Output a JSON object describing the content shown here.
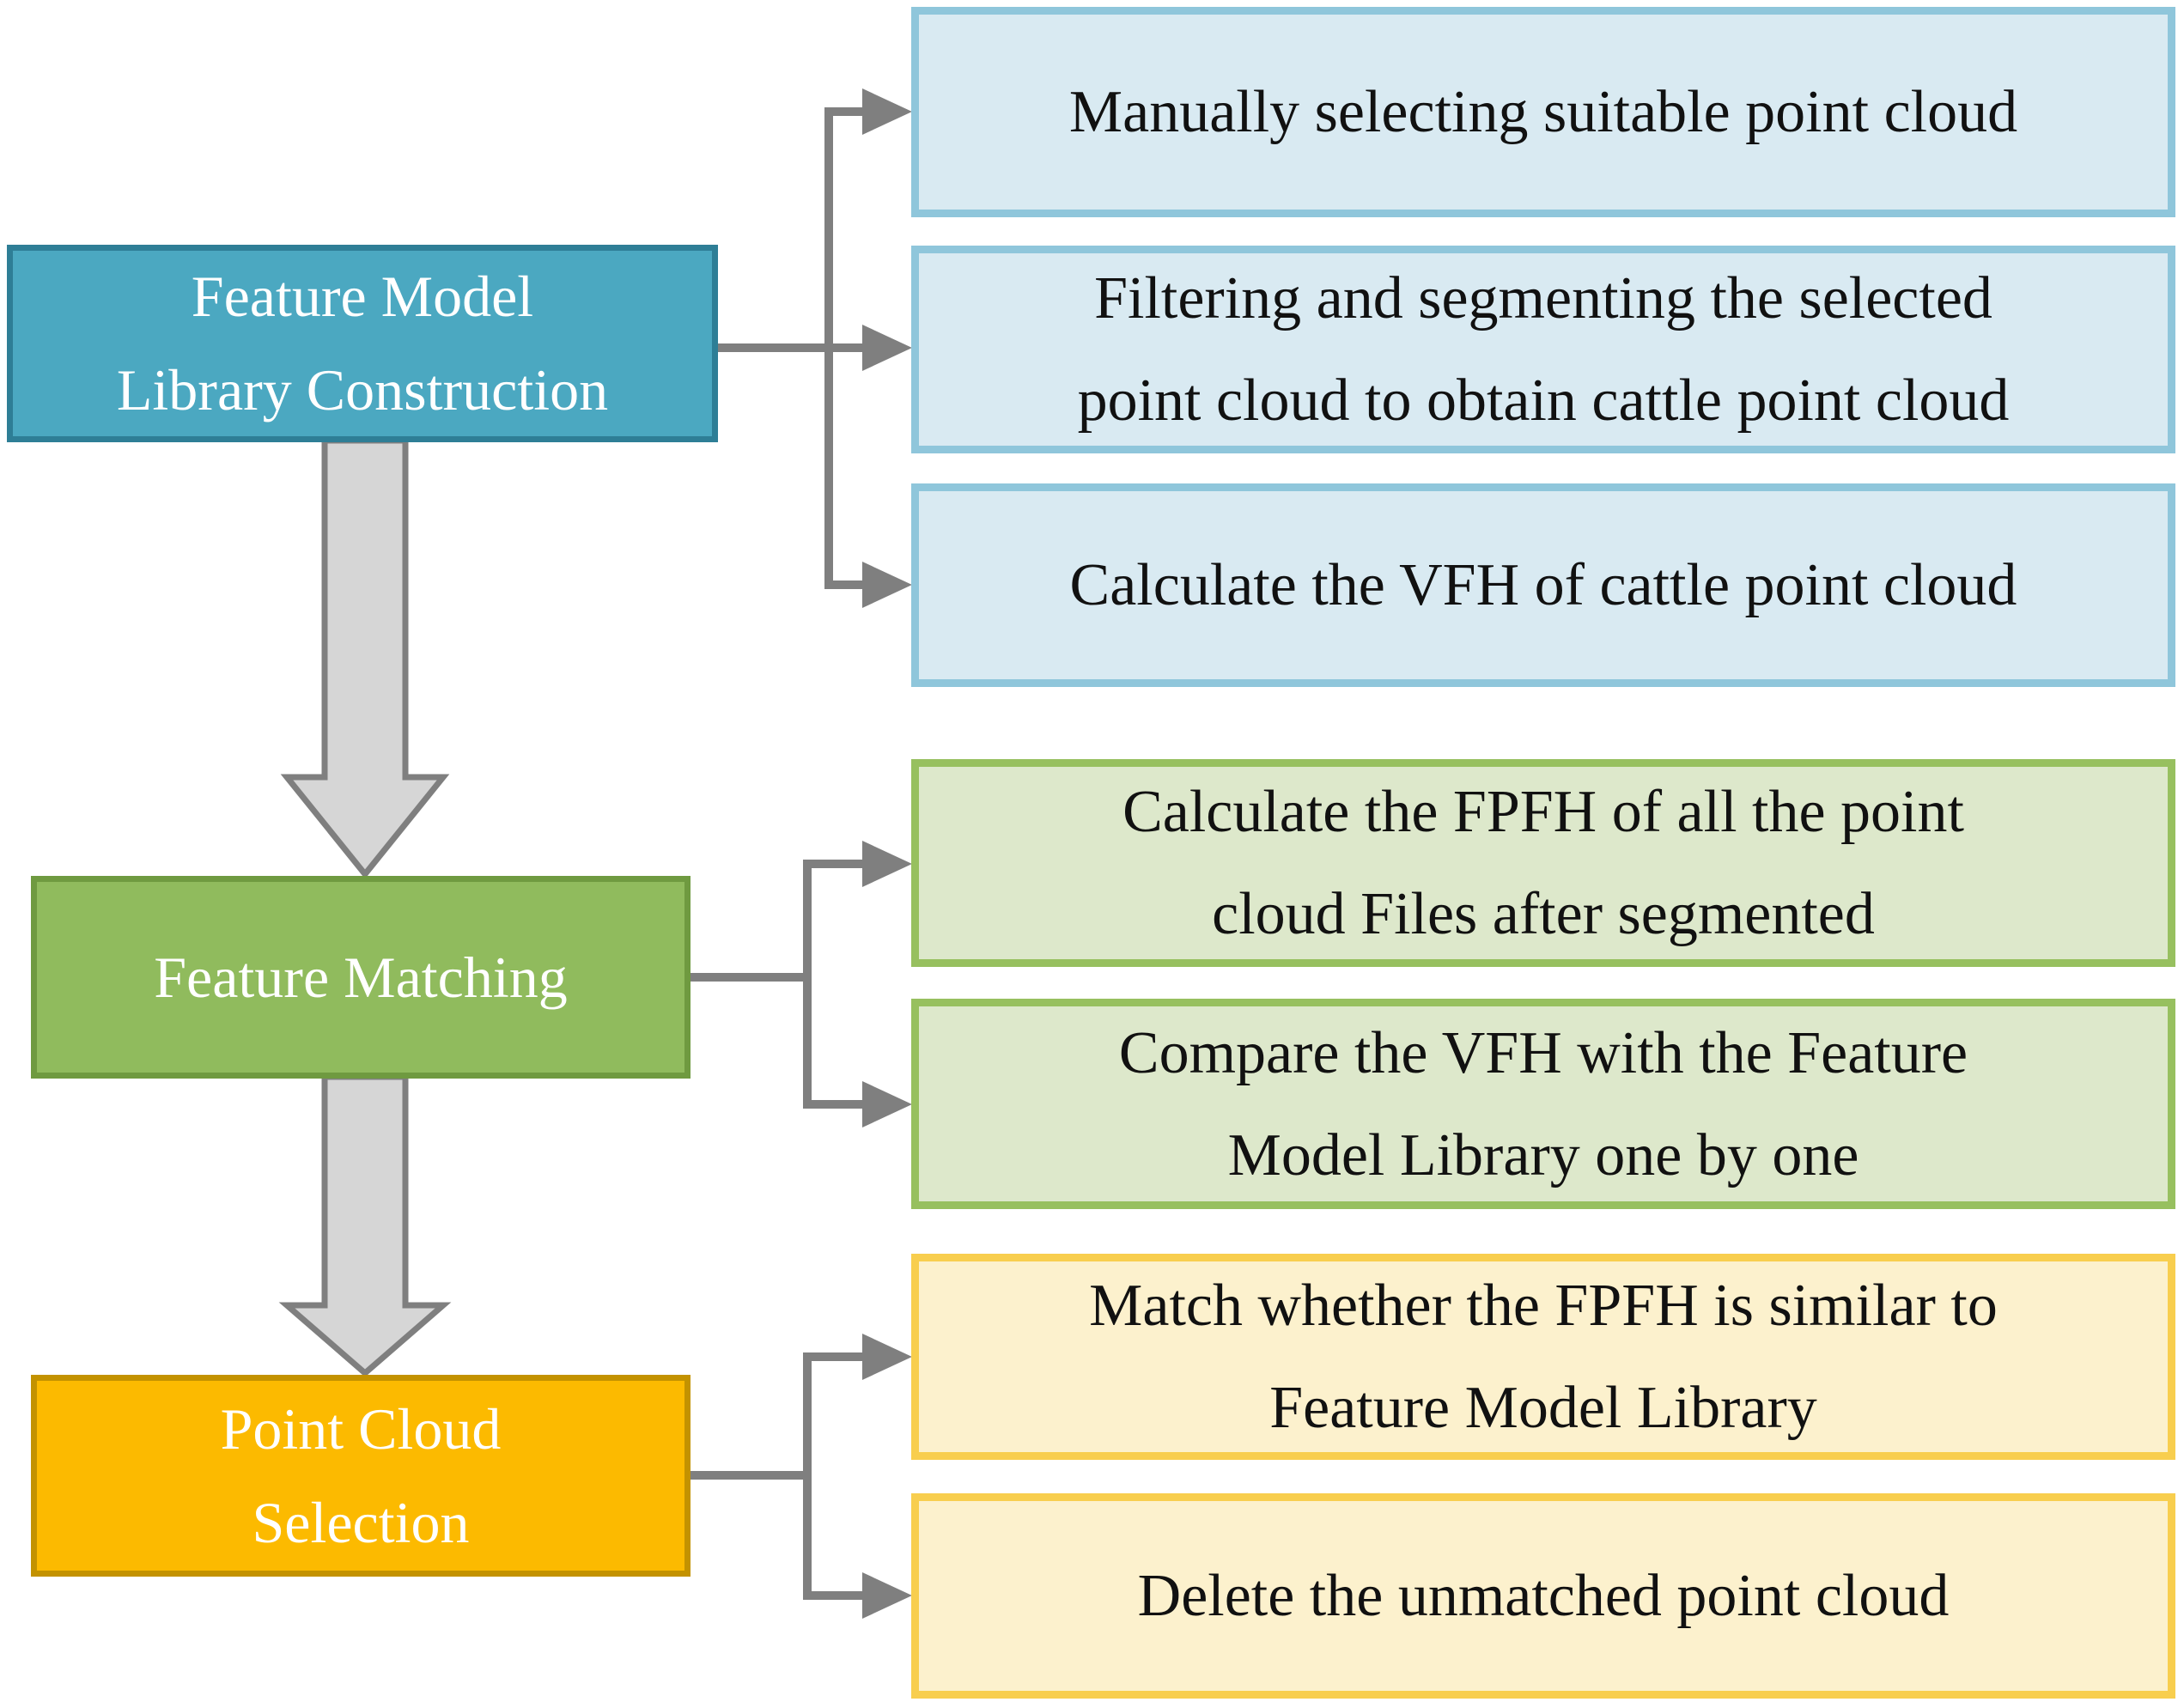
{
  "palette": {
    "stage1_fill": "#4BA8C1",
    "stage1_border": "#2E7E96",
    "stage2_fill": "#90BB5D",
    "stage2_border": "#6F9A40",
    "stage3_fill": "#FCBA00",
    "stage3_border": "#C39200",
    "detail1_fill": "#D9EAF2",
    "detail1_border": "#8FC6DB",
    "detail2_fill": "#DDE8CB",
    "detail2_border": "#97C05F",
    "detail3_fill": "#FCF1CD",
    "detail3_border": "#F8CE4E",
    "connector": "#7F7F7F",
    "block_arrow_fill": "#D6D6D6",
    "stage_text": "#FFFFFF",
    "detail_text": "#111111"
  },
  "diagram": {
    "stages": [
      {
        "label": "Feature Model\nLibrary Construction",
        "steps": [
          "Manually selecting suitable point cloud",
          "Filtering and segmenting the selected\npoint cloud to obtain cattle point cloud",
          "Calculate the VFH of cattle point cloud"
        ]
      },
      {
        "label": "Feature Matching",
        "steps": [
          "Calculate the FPFH of all the point\ncloud Files after segmented",
          "Compare the VFH with the Feature\nModel Library one by one"
        ]
      },
      {
        "label": "Point Cloud\nSelection",
        "steps": [
          "Match whether the FPFH is similar to\nFeature Model Library",
          "Delete the unmatched point cloud"
        ]
      }
    ]
  }
}
